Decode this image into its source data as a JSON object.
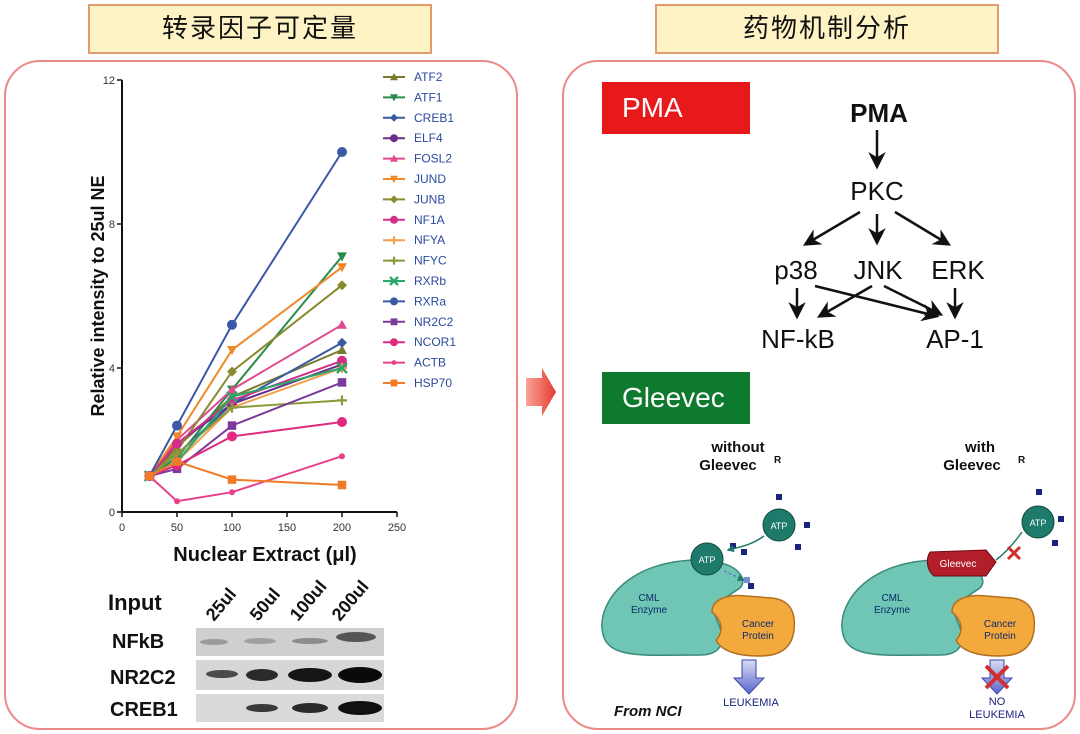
{
  "banners": {
    "left": "转录因子可定量",
    "right": "药物机制分析"
  },
  "chart_data": {
    "type": "line",
    "xlabel": "Nuclear Extract (μl)",
    "ylabel": "Relative intensity to 25ul NE",
    "xlim": [
      0,
      250
    ],
    "ylim": [
      0,
      12
    ],
    "xticks": [
      "0",
      "50",
      "100",
      "150",
      "200",
      "250"
    ],
    "yticks": [
      "0",
      "4",
      "8",
      "12"
    ],
    "x": [
      25,
      50,
      100,
      200
    ],
    "series": [
      {
        "name": "ATF2",
        "color": "#7a7a2e",
        "marker": "tri-up",
        "values": [
          1.0,
          1.8,
          3.2,
          4.5
        ]
      },
      {
        "name": "ATF1",
        "color": "#2a8a4a",
        "marker": "tri-down",
        "values": [
          1.0,
          1.5,
          3.4,
          7.1
        ]
      },
      {
        "name": "CREB1",
        "color": "#3a5aa0",
        "marker": "diamond",
        "values": [
          1.0,
          1.6,
          3.0,
          4.7
        ]
      },
      {
        "name": "ELF4",
        "color": "#6a2e8a",
        "marker": "circle",
        "values": [
          1.0,
          1.9,
          3.0,
          4.1
        ]
      },
      {
        "name": "FOSL2",
        "color": "#e04a90",
        "marker": "tri-up",
        "values": [
          1.0,
          2.0,
          3.4,
          5.2
        ]
      },
      {
        "name": "JUND",
        "color": "#f08a28",
        "marker": "tri-down",
        "values": [
          1.0,
          2.1,
          4.5,
          6.8
        ]
      },
      {
        "name": "JUNB",
        "color": "#8a8a2e",
        "marker": "diamond",
        "values": [
          1.0,
          1.7,
          3.9,
          6.3
        ]
      },
      {
        "name": "NF1A",
        "color": "#d0308a",
        "marker": "circle",
        "values": [
          1.0,
          1.9,
          3.1,
          4.2
        ]
      },
      {
        "name": "NFYA",
        "color": "#f0a050",
        "marker": "plus",
        "values": [
          1.0,
          1.4,
          2.9,
          4.0
        ]
      },
      {
        "name": "NFYC",
        "color": "#8a9a3a",
        "marker": "plus",
        "values": [
          1.0,
          1.6,
          2.9,
          3.1
        ]
      },
      {
        "name": "RXRb",
        "color": "#2aa86a",
        "marker": "cross",
        "values": [
          1.0,
          1.4,
          3.2,
          4.0
        ]
      },
      {
        "name": "RXRa",
        "color": "#3a5aa8",
        "marker": "circle",
        "values": [
          1.0,
          2.4,
          5.2,
          10.0
        ]
      },
      {
        "name": "NR2C2",
        "color": "#7a3a9a",
        "marker": "square",
        "values": [
          1.0,
          1.2,
          2.4,
          3.6
        ]
      },
      {
        "name": "NCOR1",
        "color": "#e02a80",
        "marker": "circle",
        "values": [
          1.0,
          1.3,
          2.1,
          2.5
        ]
      },
      {
        "name": "ACTB",
        "color": "#e8408a",
        "marker": "dot",
        "values": [
          1.0,
          0.3,
          0.55,
          1.55
        ]
      },
      {
        "name": "HSP70",
        "color": "#f07a28",
        "marker": "square",
        "values": [
          1.0,
          1.4,
          0.9,
          0.75
        ]
      }
    ]
  },
  "western_blot": {
    "input_label": "Input",
    "lanes": [
      "25ul",
      "50ul",
      "100ul",
      "200ul"
    ],
    "rows": [
      "NFkB",
      "NR2C2",
      "CREB1"
    ]
  },
  "right_panel": {
    "pma_tag": "PMA",
    "gleevec_tag": "Gleevec",
    "pathway": {
      "top": "PMA",
      "mid": "PKC",
      "kinases": [
        "p38",
        "JNK",
        "ERK"
      ],
      "targets": [
        "NF-kB",
        "AP-1"
      ]
    },
    "diagram": {
      "without_line1": "without",
      "without_line2": "Gleevec",
      "with_line1": "with",
      "with_line2": "Gleevec",
      "registered": "R",
      "atp": "ATP",
      "enzyme_line1": "CML",
      "enzyme_line2": "Enzyme",
      "protein_line1": "Cancer",
      "protein_line2": "Protein",
      "gleevec_drug": "Gleevec",
      "leukemia": "LEUKEMIA",
      "no": "NO",
      "no_leukemia": "LEUKEMIA",
      "source": "From NCI"
    },
    "colors": {
      "pma": "#e8191b",
      "gleevec": "#0e7a2e",
      "enzyme": "#6fc6b4",
      "protein": "#f4a93c",
      "atp": "#1e7a6a",
      "drug": "#b21f2a"
    }
  }
}
